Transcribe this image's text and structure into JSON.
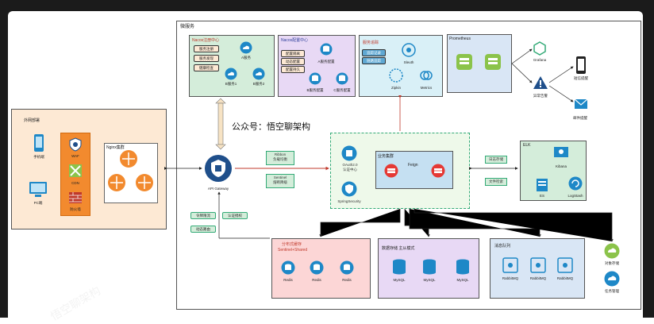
{
  "wechat_label": "公众号：悟空聊架构",
  "microservice": {
    "title": "微服务"
  },
  "nacos_registry": {
    "title": "Nacos注册中心",
    "tags": [
      "服务注册",
      "服务发现",
      "健康检查"
    ],
    "services": [
      "A服务",
      "B服务1",
      "B服务2"
    ]
  },
  "nacos_config": {
    "title": "Nacos配置中心",
    "tags": [
      "配置隔离",
      "动态配置",
      "配置持久"
    ],
    "services": [
      "A服务配置",
      "B服务配置",
      "C服务配置"
    ]
  },
  "tracing": {
    "title": "服务追踪",
    "tags": [
      "追踪记录",
      "链路追踪"
    ],
    "items": [
      "Sleuth",
      "Zipkin",
      "Metrics"
    ]
  },
  "prometheus": {
    "title": "Prometheus"
  },
  "alerting": {
    "grafana": "Grafana",
    "alert": "异常告警",
    "sms": "短信提醒",
    "mail": "邮件提醒"
  },
  "external": {
    "title": "外网部署",
    "clients": [
      "手机端",
      "PC端"
    ],
    "waf": "WAF",
    "cdn": "CDN",
    "firewall": "防火墙",
    "nginx": "Nginx集群"
  },
  "gateway": {
    "name": "API Gateway",
    "tags": [
      "令牌限流",
      "认证授权",
      "动态路由"
    ]
  },
  "ribbon": "Ribbon\n负载均衡",
  "sentinel": "Sentinel\n熔断降级",
  "oauth": "OAuth2.0\n认证中心",
  "spring_security": "SpringSecurity",
  "business": {
    "title": "业务集群",
    "feign": "Feign"
  },
  "logs": {
    "store": "日志存储",
    "file": "文件检索"
  },
  "elk": {
    "title": "ELK",
    "kibana": "Kibana",
    "es": "ES",
    "logstash": "LogStash"
  },
  "cache": {
    "title": "分布式缓存",
    "subtitle": "Sentinel+Shared",
    "items": [
      "Redis",
      "Redis",
      "Redis"
    ]
  },
  "db": {
    "title": "数据存储  主从模式",
    "items": [
      "MySQL",
      "MySQL",
      "MySQL"
    ]
  },
  "mq": {
    "title": "消息队列",
    "items": [
      "RabbitMQ",
      "RabbitMQ",
      "RabbitMQ"
    ]
  },
  "storage": {
    "object": "对象存储",
    "task": "任务管理"
  },
  "watermark": "悟空聊架构"
}
